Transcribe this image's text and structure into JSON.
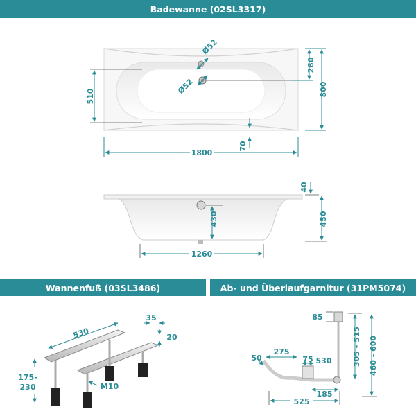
{
  "banners": {
    "top": "Badewanne (02SL3317)",
    "bottom_left": "Wannenfuß (03SL3486)",
    "bottom_right": "Ab- und Überlaufgarnitur (31PM5074)"
  },
  "tub_top_view": {
    "width": "1800",
    "depth": "800",
    "inner_width": "510",
    "drain_to_edge": "260",
    "rim_offset": "70",
    "overflow_diameter": "Ø52",
    "drain_diameter": "Ø52"
  },
  "tub_side_view": {
    "rim_height": "40",
    "total_height": "450",
    "drain_height": "430",
    "bottom_length": "1260"
  },
  "feet": {
    "length": "530",
    "width": "35",
    "height": "20",
    "adjust_range_top": "175-",
    "adjust_range_bottom": "230",
    "thread": "M10"
  },
  "drain_set": {
    "top_offset": "85",
    "vertical_range": "305 - 515",
    "total_range": "460 - 600",
    "elbow": "50",
    "horizontal": "275",
    "pipe_a": "75",
    "pipe_b": "530",
    "offset": "185",
    "total_length": "525"
  },
  "colors": {
    "accent": "#2a8c96",
    "banner_text": "#ffffff"
  }
}
